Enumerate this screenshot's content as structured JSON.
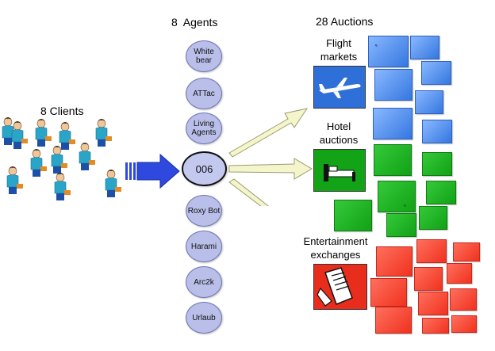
{
  "clients": {
    "title": "8 Clients"
  },
  "agents": {
    "title": "8  Agents",
    "items": [
      "White bear",
      "ATTac",
      "Living Agents",
      "006",
      "Roxy Bot",
      "Harami",
      "Arc2k",
      "Urlaub"
    ]
  },
  "auctions": {
    "title": "28 Auctions",
    "categories": [
      {
        "label": "Flight markets",
        "color": "#3b82f0",
        "icon": "airplane-icon"
      },
      {
        "label": "Hotel auctions",
        "color": "#16b01b",
        "icon": "bed-icon"
      },
      {
        "label": "Entertainment exchanges",
        "color": "#f2321e",
        "icon": "tickets-icon"
      }
    ]
  },
  "colors": {
    "agent_fill": "#b9bfe8",
    "arrow_main": "#2f48e0",
    "arrow_light": "#f5f5cc"
  }
}
